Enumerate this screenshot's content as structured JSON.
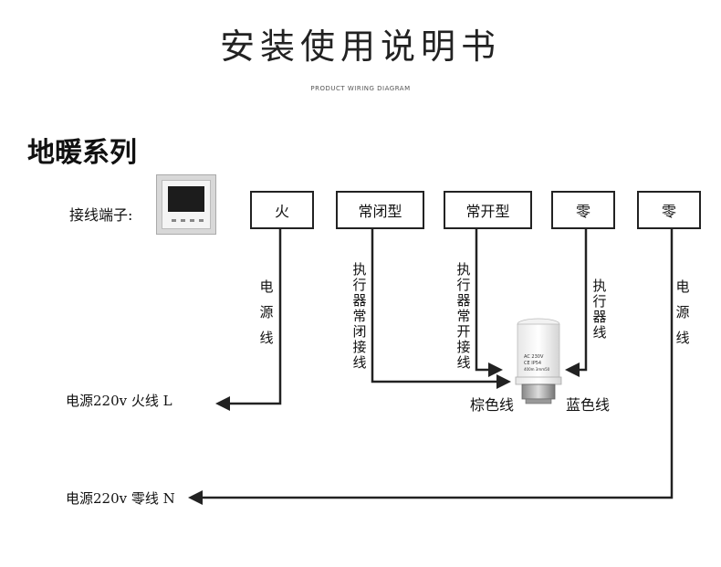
{
  "header": {
    "title": "安装使用说明书",
    "subtitle": "PRODUCT WIRING DIAGRAM"
  },
  "section_title": "地暖系列",
  "terminal_label": "接线端子:",
  "terminals": [
    "火",
    "常闭型",
    "常开型",
    "零",
    "零"
  ],
  "wire_labels": {
    "power_left": "电源线",
    "actuator_nc": "执行器常闭接线",
    "actuator_no": "执行器常开接线",
    "actuator": "执行器线",
    "power_right": "电源线"
  },
  "color_labels": {
    "brown": "棕色线",
    "blue": "蓝色线"
  },
  "outputs": {
    "live": "电源220v 火线 L",
    "neutral": "电源220v 零线 N"
  },
  "actuator_text": [
    "AC 230V",
    "CE IP54",
    "400m 3mm50"
  ]
}
